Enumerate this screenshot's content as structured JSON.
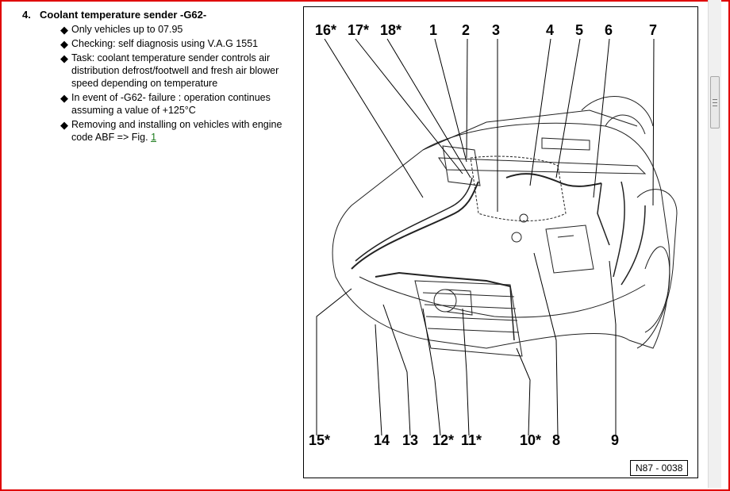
{
  "section": {
    "number": "4.",
    "title": "Coolant temperature sender -G62-",
    "bullets": [
      {
        "text": "Only vehicles up to 07.95"
      },
      {
        "text": "Checking: self diagnosis using V.A.G 1551"
      },
      {
        "text": "Task: coolant temperature sender controls air distribution defrost/footwell and fresh air blower speed depending on temperature"
      },
      {
        "text": "In event of -G62- failure : operation continues assuming a value of +125°C"
      },
      {
        "text": "Removing and installing on vehicles with engine code ABF => Fig. ",
        "link": "1"
      }
    ]
  },
  "figure": {
    "id": "N87 - 0038",
    "top_callouts": [
      "16*",
      "17*",
      "18*",
      "1",
      "2",
      "3",
      "4",
      "5",
      "6",
      "7"
    ],
    "bottom_callouts": [
      "15*",
      "14",
      "13",
      "12*",
      "11*",
      "10*",
      "8",
      "9"
    ]
  },
  "scrollbar": {
    "icon": "scroll-grip-icon"
  },
  "colors": {
    "frame": "#e00000",
    "link": "#1a7a1a"
  }
}
